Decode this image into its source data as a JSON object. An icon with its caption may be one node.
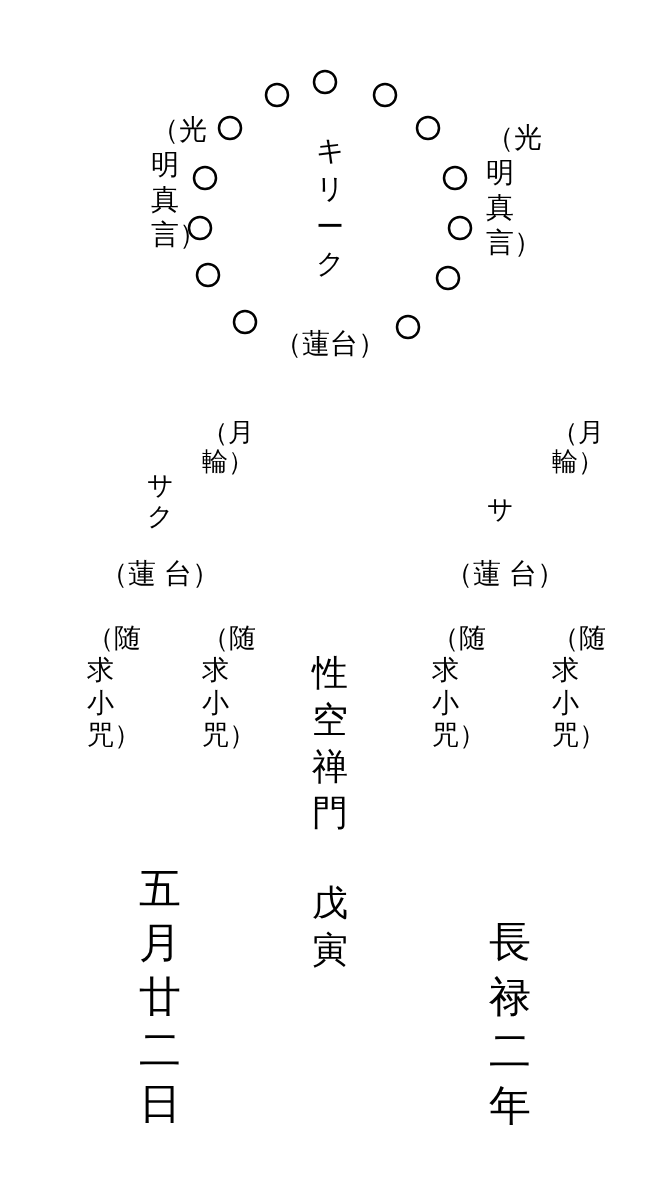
{
  "diagram": {
    "labels": [
      "（光明真言）",
      "キリーク",
      "（蓮台）",
      "（光明真言）",
      "（月輪）",
      "サ",
      "（蓮 台）",
      "（月輪）",
      "サク",
      "（蓮 台）",
      "（随求小咒）",
      "（随求小咒）",
      "性空禅門",
      "戊寅",
      "（随求小咒）",
      "（随求小咒）",
      "長禄二年",
      "五月廿二日"
    ]
  }
}
